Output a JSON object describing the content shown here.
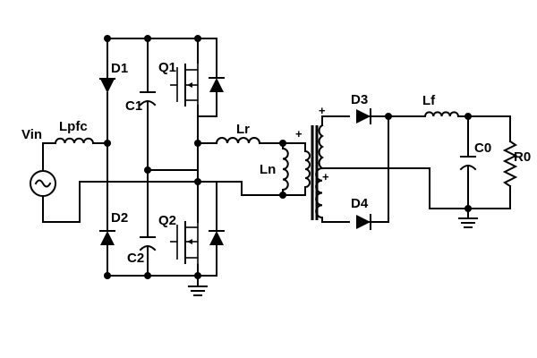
{
  "labels": {
    "vin": "Vin",
    "lpfc": "Lpfc",
    "d1": "D1",
    "d2": "D2",
    "d3": "D3",
    "d4": "D4",
    "q1": "Q1",
    "q2": "Q2",
    "c1": "C1",
    "c2": "C2",
    "c0": "C0",
    "lr": "Lr",
    "ln": "Ln",
    "lf": "Lf",
    "r0": "R0",
    "plus": "+"
  },
  "colors": {
    "stroke": "#000000",
    "background": "#ffffff"
  }
}
